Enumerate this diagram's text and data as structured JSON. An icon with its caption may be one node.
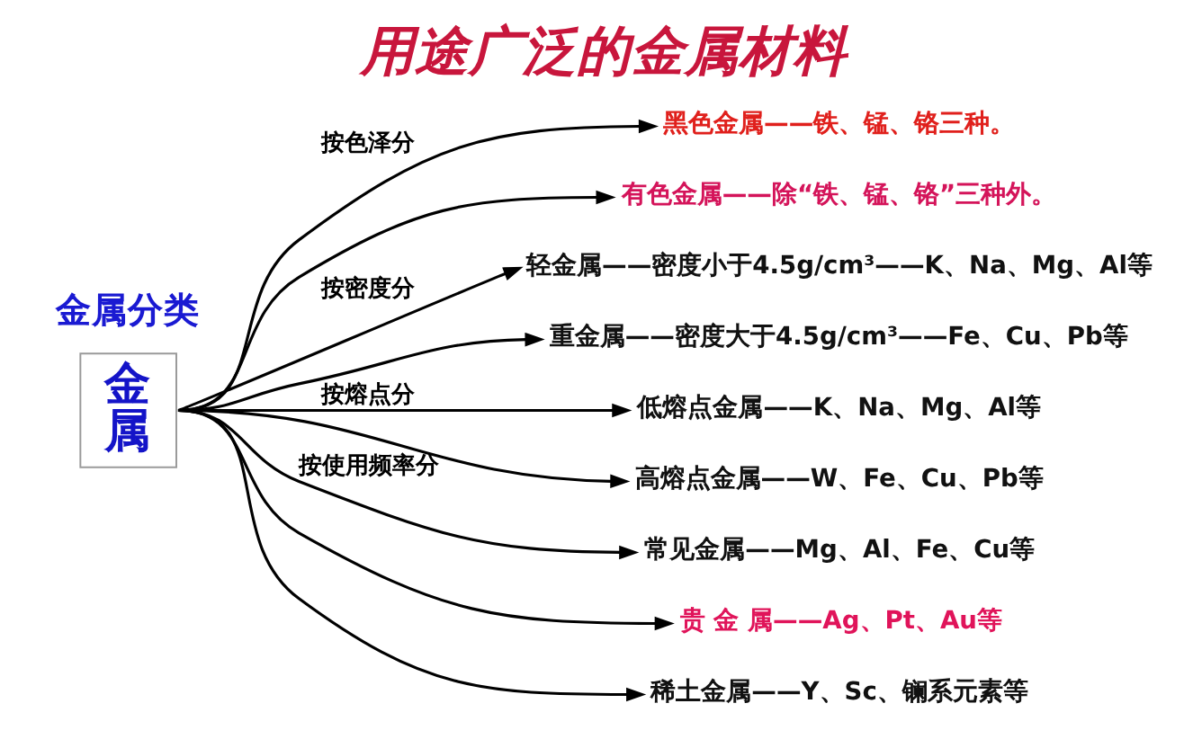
{
  "diagram": {
    "title": "用途广泛的金属材料",
    "nodes": [
      {
        "text": [
          "金属"
        ]
      },
      {
        "text": [
          "黑色金属——铁、锰、铬三种。"
        ]
      },
      {
        "text": [
          "有色金属——除“铁、锰、铬”三种外。"
        ]
      },
      {
        "text": [
          "轻金属——密度小于4.5g/cm³——K、Na、Mg、Al等"
        ]
      },
      {
        "text": [
          "重金属——密度大于4.5g/cm³——Fe、Cu、Pb等"
        ]
      },
      {
        "text": [
          "低熔点金属——K、Na、Mg、Al等"
        ]
      },
      {
        "text": [
          "高熔点金属——W、Fe、Cu、Pb等"
        ]
      },
      {
        "text": [
          "常见金属——Mg、Al、Fe、Cu等"
        ]
      },
      {
        "text": [
          "贵 金 属——Ag、Pt、Au等"
        ]
      },
      {
        "text": [
          "稀土金属——Y、Sc、镧系元素等"
        ]
      }
    ],
    "edges": [
      {
        "from": 0,
        "to": 1,
        "arrow": "to",
        "label": "按色泽分"
      },
      {
        "from": 0,
        "to": 2,
        "arrow": "to"
      },
      {
        "from": 0,
        "to": 3,
        "arrow": "to",
        "label": "按密度分"
      },
      {
        "from": 0,
        "to": 4,
        "arrow": "to"
      },
      {
        "from": 0,
        "to": 5,
        "arrow": "to",
        "label": "按熔点分"
      },
      {
        "from": 0,
        "to": 6,
        "arrow": "to"
      },
      {
        "from": 0,
        "to": 7,
        "arrow": "to",
        "label": "按使用频率分"
      },
      {
        "from": 0,
        "to": 8,
        "arrow": "to"
      },
      {
        "from": 0,
        "to": 9,
        "arrow": "to"
      }
    ],
    "labels": [
      "金属分类"
    ]
  }
}
